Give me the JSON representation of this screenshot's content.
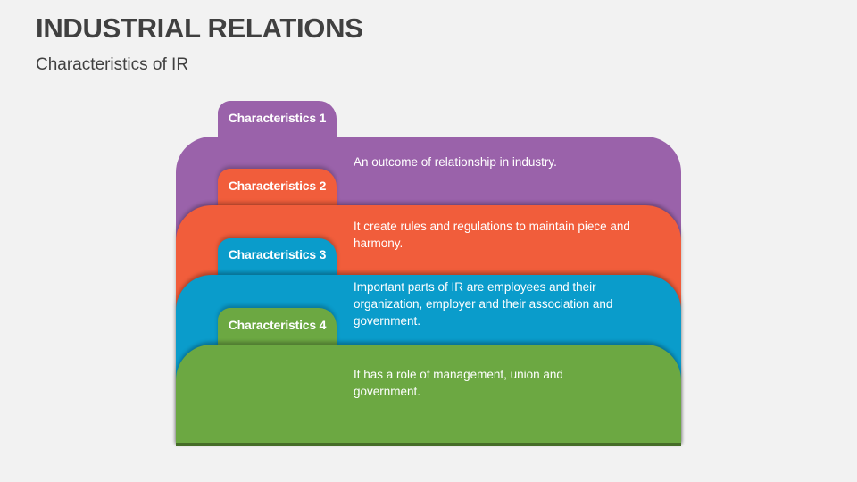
{
  "header": {
    "title": "INDUSTRIAL RELATIONS",
    "subtitle": "Characteristics of IR"
  },
  "diagram": {
    "items": [
      {
        "label": "Characteristics 1",
        "text": "An outcome of relationship in industry.",
        "color": "#9a62aa"
      },
      {
        "label": "Characteristics 2",
        "text": "It create rules and regulations to maintain piece and harmony.",
        "color": "#f15d3b"
      },
      {
        "label": "Characteristics 3",
        "text": "Important parts of IR are employees and their organization, employer and their association and government.",
        "color": "#0a9ccb"
      },
      {
        "label": "Characteristics 4",
        "text": "It has a role of management, union and government.",
        "color": "#6ca842"
      }
    ]
  }
}
